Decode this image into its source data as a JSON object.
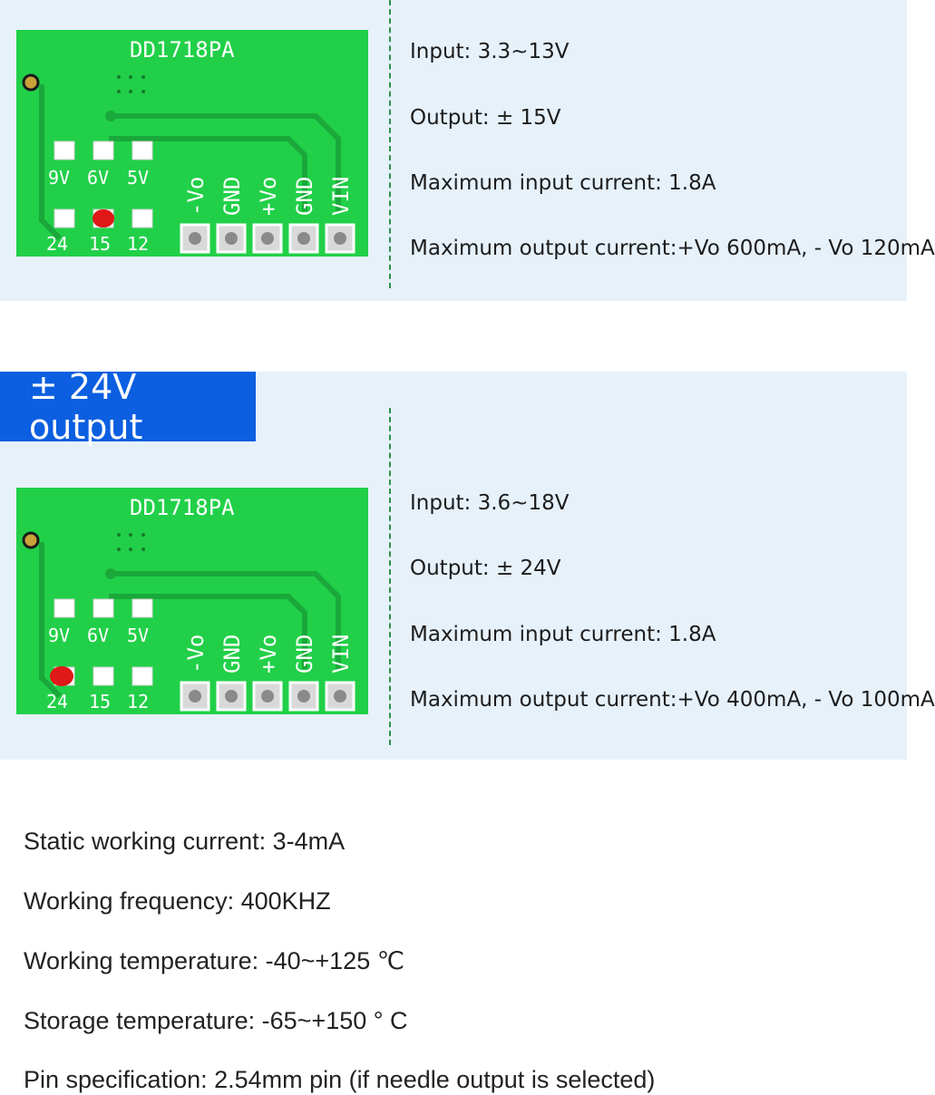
{
  "board_label": "DD1718PA",
  "board_labels": {
    "jumpers_top": [
      "9V",
      "6V",
      "5V"
    ],
    "jumpers_bottom": [
      "24",
      "15",
      "12"
    ],
    "pins": [
      "-Vo",
      "GND",
      "+Vo",
      "GND",
      "VIN"
    ]
  },
  "section1": {
    "specs": [
      "Input: 3.3~13V",
      "Output: ± 15V",
      "Maximum input current: 1.8A",
      "Maximum output current:+Vo 600mA, - Vo 120mA"
    ]
  },
  "section2": {
    "badge": "± 24V output",
    "specs": [
      "Input: 3.6~18V",
      "Output: ± 24V",
      "Maximum input current: 1.8A",
      "Maximum output current:+Vo 400mA, - Vo 100mA"
    ]
  },
  "general_specs": [
    "Static working current: 3-4mA",
    "Working frequency: 400KHZ",
    "Working temperature: -40~+125 ℃",
    "Storage temperature: -65~+150 ° C",
    "Pin specification: 2.54mm pin (if needle output is selected)"
  ],
  "colors": {
    "pcb_green": "#21d048",
    "trace_green": "#1aa83a",
    "panel_bg": "#e6f1fa",
    "badge_blue": "#0b5fe0",
    "solder_red": "#e01818"
  }
}
